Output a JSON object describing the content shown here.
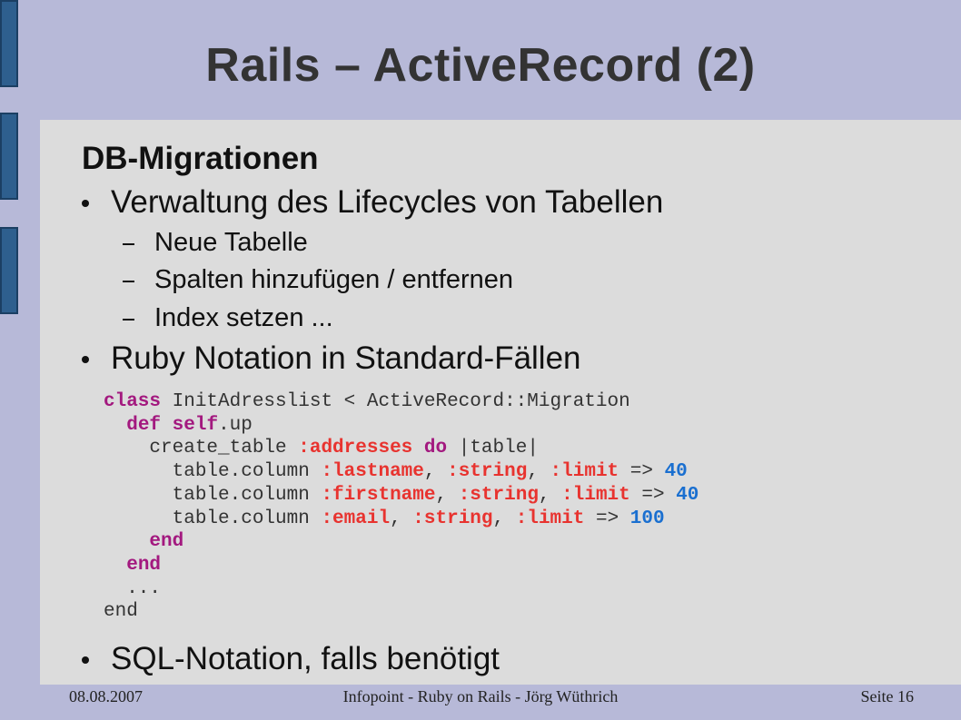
{
  "slide": {
    "title": "Rails – ActiveRecord (2)",
    "heading": "DB-Migrationen",
    "bullets": [
      "Verwaltung des Lifecycles von Tabellen",
      "Ruby Notation in Standard-Fällen",
      "SQL-Notation, falls benötigt"
    ],
    "sub_bullets": [
      "Neue Tabelle",
      "Spalten hinzufügen / entfernen",
      "Index setzen ..."
    ],
    "code_lines": [
      [
        {
          "t": "class",
          "c": "kw"
        },
        {
          "t": " InitAdresslist < ActiveRecord::Migration"
        }
      ],
      [
        {
          "t": "  "
        },
        {
          "t": "def",
          "c": "kw"
        },
        {
          "t": " "
        },
        {
          "t": "self",
          "c": "kw"
        },
        {
          "t": ".up"
        }
      ],
      [
        {
          "t": "    create_table "
        },
        {
          "t": ":addresses",
          "c": "sym"
        },
        {
          "t": " "
        },
        {
          "t": "do",
          "c": "kw"
        },
        {
          "t": " |table|"
        }
      ],
      [
        {
          "t": "      table.column "
        },
        {
          "t": ":lastname",
          "c": "sym"
        },
        {
          "t": ", "
        },
        {
          "t": ":string",
          "c": "sym"
        },
        {
          "t": ", "
        },
        {
          "t": ":limit",
          "c": "sym"
        },
        {
          "t": " => "
        },
        {
          "t": "40",
          "c": "num"
        }
      ],
      [
        {
          "t": "      table.column "
        },
        {
          "t": ":firstname",
          "c": "sym"
        },
        {
          "t": ", "
        },
        {
          "t": ":string",
          "c": "sym"
        },
        {
          "t": ", "
        },
        {
          "t": ":limit",
          "c": "sym"
        },
        {
          "t": " => "
        },
        {
          "t": "40",
          "c": "num"
        }
      ],
      [
        {
          "t": "      table.column "
        },
        {
          "t": ":email",
          "c": "sym"
        },
        {
          "t": ", "
        },
        {
          "t": ":string",
          "c": "sym"
        },
        {
          "t": ", "
        },
        {
          "t": ":limit",
          "c": "sym"
        },
        {
          "t": " => "
        },
        {
          "t": "100",
          "c": "num"
        }
      ],
      [
        {
          "t": "    "
        },
        {
          "t": "end",
          "c": "kw"
        }
      ],
      [
        {
          "t": "  "
        },
        {
          "t": "end",
          "c": "kw"
        }
      ],
      [
        {
          "t": "  ..."
        }
      ],
      [
        {
          "t": "end"
        }
      ]
    ]
  },
  "footer": {
    "date": "08.08.2007",
    "center": "Infopoint - Ruby on Rails - Jörg Wüthrich",
    "page": "Seite 16"
  },
  "colors": {
    "background": "#b7b9d8",
    "content": "#dcdcdc",
    "side_bar": "#2e5f8e",
    "keyword": "#a3197f",
    "symbol": "#e8332f",
    "number": "#1a6fd0"
  }
}
